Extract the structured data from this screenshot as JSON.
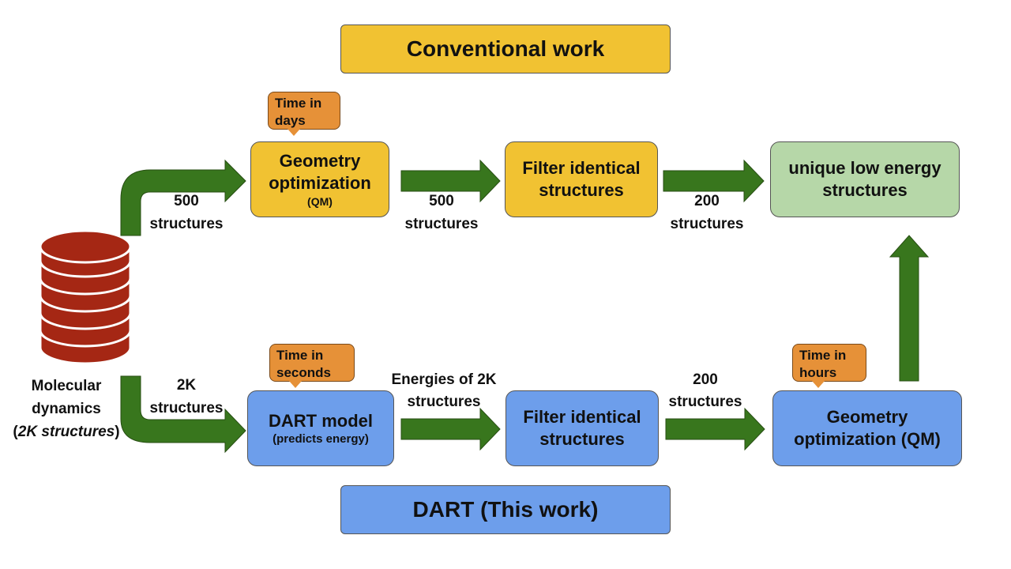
{
  "titles": {
    "conventional": "Conventional work",
    "dart": "DART (This work)"
  },
  "source": {
    "label_line1": "Molecular",
    "label_line2": "dynamics",
    "label_line3_italic": "2K structures",
    "open_paren": "(",
    "close_paren": ")"
  },
  "conventional": {
    "badge": {
      "line1": "Time in",
      "line2": "days"
    },
    "step1": {
      "line1": "Geometry",
      "line2": "optimization",
      "sub": "(QM)"
    },
    "step2": {
      "line1": "Filter identical",
      "line2": "structures"
    },
    "result": {
      "line1": "unique low energy",
      "line2": "structures"
    },
    "in_label": {
      "line1": "500",
      "line2": "structures"
    },
    "mid_label": {
      "line1": "500",
      "line2": "structures"
    },
    "out_label": {
      "line1": "200",
      "line2": "structures"
    }
  },
  "dart": {
    "badge1": {
      "line1": "Time in",
      "line2": "seconds"
    },
    "badge2": {
      "line1": "Time in",
      "line2": "hours"
    },
    "step1": {
      "line1": "DART model",
      "sub": "(predicts energy)"
    },
    "step2": {
      "line1": "Filter identical",
      "line2": "structures"
    },
    "step3": {
      "line1": "Geometry",
      "line2": "optimization (QM)"
    },
    "in_label": {
      "line1": "2K",
      "line2": "structures"
    },
    "mid_label": {
      "line1": "Energies of 2K",
      "line2": "structures"
    },
    "out_label": {
      "line1": "200",
      "line2": "structures"
    }
  },
  "colors": {
    "conventional": "#f1c232",
    "dart": "#6d9eeb",
    "result": "#b6d7a8",
    "badge": "#e69138",
    "arrow": "#38761d",
    "database": "#a52714"
  }
}
